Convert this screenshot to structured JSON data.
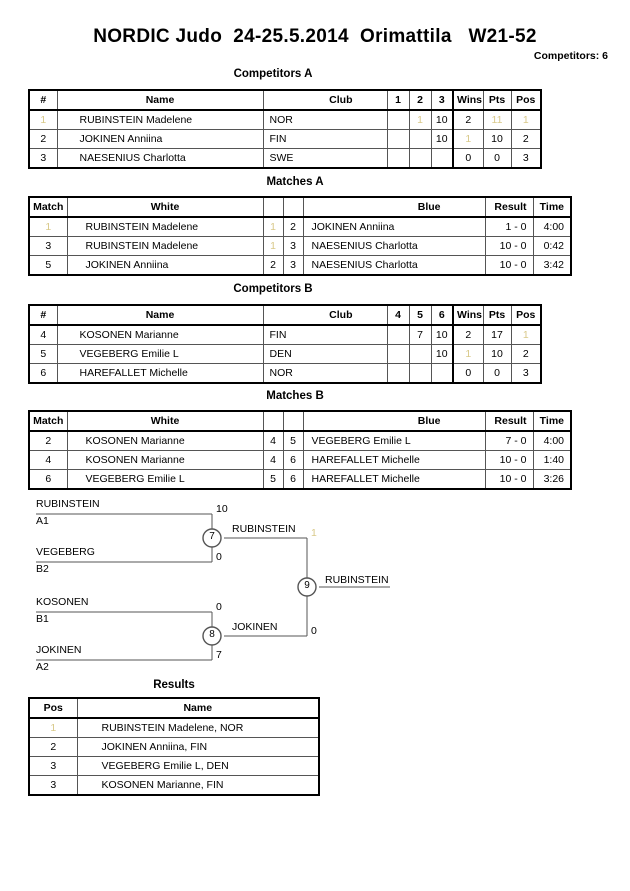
{
  "header": {
    "title": "NORDIC Judo  24-25.5.2014  Orimattila   W21-52",
    "competitor_count_label": "Competitors: 6"
  },
  "sections": {
    "competitors_a_caption": "Competitors A",
    "matches_a_caption": "Matches A",
    "competitors_b_caption": "Competitors B",
    "matches_b_caption": "Matches B",
    "results_caption": "Results"
  },
  "competitors_a": {
    "columns": {
      "hash": "#",
      "name": "Name",
      "club": "Club",
      "s1": "1",
      "s2": "2",
      "s3": "3",
      "wins": "Wins",
      "pts": "Pts",
      "pos": "Pos"
    },
    "rows": [
      {
        "num": "1",
        "name": "RUBINSTEIN Madelene",
        "club": "NOR",
        "s1": "",
        "s2": "1",
        "s3": "10",
        "wins": "2",
        "pts": "11",
        "pos": "1"
      },
      {
        "num": "2",
        "name": "JOKINEN Anniina",
        "club": "FIN",
        "s1": "",
        "s2": "",
        "s3": "10",
        "wins": "1",
        "pts": "10",
        "pos": "2"
      },
      {
        "num": "3",
        "name": "NAESENIUS Charlotta",
        "club": "SWE",
        "s1": "",
        "s2": "",
        "s3": "",
        "wins": "0",
        "pts": "0",
        "pos": "3"
      }
    ]
  },
  "matches_a": {
    "columns": {
      "match": "Match",
      "white": "White",
      "wn": "",
      "bn": "",
      "blue": "Blue",
      "result": "Result",
      "time": "Time"
    },
    "rows": [
      {
        "match": "1",
        "white": "RUBINSTEIN Madelene",
        "wn": "1",
        "bn": "2",
        "blue": "JOKINEN Anniina",
        "result": "1 - 0",
        "time": "4:00"
      },
      {
        "match": "3",
        "white": "RUBINSTEIN Madelene",
        "wn": "1",
        "bn": "3",
        "blue": "NAESENIUS Charlotta",
        "result": "10 - 0",
        "time": "0:42"
      },
      {
        "match": "5",
        "white": "JOKINEN Anniina",
        "wn": "2",
        "bn": "3",
        "blue": "NAESENIUS Charlotta",
        "result": "10 - 0",
        "time": "3:42"
      }
    ]
  },
  "competitors_b": {
    "columns": {
      "hash": "#",
      "name": "Name",
      "club": "Club",
      "s1": "4",
      "s2": "5",
      "s3": "6",
      "wins": "Wins",
      "pts": "Pts",
      "pos": "Pos"
    },
    "rows": [
      {
        "num": "4",
        "name": "KOSONEN Marianne",
        "club": "FIN",
        "s1": "",
        "s2": "7",
        "s3": "10",
        "wins": "2",
        "pts": "17",
        "pos": "1"
      },
      {
        "num": "5",
        "name": "VEGEBERG Emilie L",
        "club": "DEN",
        "s1": "",
        "s2": "",
        "s3": "10",
        "wins": "1",
        "pts": "10",
        "pos": "2"
      },
      {
        "num": "6",
        "name": "HAREFALLET Michelle",
        "club": "NOR",
        "s1": "",
        "s2": "",
        "s3": "",
        "wins": "0",
        "pts": "0",
        "pos": "3"
      }
    ]
  },
  "matches_b": {
    "columns": {
      "match": "Match",
      "white": "White",
      "wn": "",
      "bn": "",
      "blue": "Blue",
      "result": "Result",
      "time": "Time"
    },
    "rows": [
      {
        "match": "2",
        "white": "KOSONEN Marianne",
        "wn": "4",
        "bn": "5",
        "blue": "VEGEBERG Emilie L",
        "result": "7 - 0",
        "time": "4:00"
      },
      {
        "match": "4",
        "white": "KOSONEN Marianne",
        "wn": "4",
        "bn": "6",
        "blue": "HAREFALLET Michelle",
        "result": "10 - 0",
        "time": "1:40"
      },
      {
        "match": "6",
        "white": "VEGEBERG Emilie L",
        "wn": "5",
        "bn": "6",
        "blue": "HAREFALLET Michelle",
        "result": "10 - 0",
        "time": "3:26"
      }
    ]
  },
  "bracket": {
    "entries": [
      {
        "name": "RUBINSTEIN",
        "seed": "A1",
        "score": "10"
      },
      {
        "name": "VEGEBERG",
        "seed": "B2",
        "score": "0"
      },
      {
        "name": "KOSONEN",
        "seed": "B1",
        "score": "0"
      },
      {
        "name": "JOKINEN",
        "seed": "A2",
        "score": "7"
      }
    ],
    "semifinals": [
      {
        "match_no": "7",
        "winner": "RUBINSTEIN",
        "score": "1"
      },
      {
        "match_no": "8",
        "winner": "JOKINEN",
        "score": "0"
      }
    ],
    "final": {
      "match_no": "9",
      "winner": "RUBINSTEIN"
    }
  },
  "results": {
    "columns": {
      "pos": "Pos",
      "name": "Name"
    },
    "rows": [
      {
        "pos": "1",
        "name": "RUBINSTEIN Madelene, NOR"
      },
      {
        "pos": "2",
        "name": "JOKINEN Anniina, FIN"
      },
      {
        "pos": "3",
        "name": "VEGEBERG Emilie L, DEN"
      },
      {
        "pos": "3",
        "name": "KOSONEN Marianne, FIN"
      }
    ]
  }
}
